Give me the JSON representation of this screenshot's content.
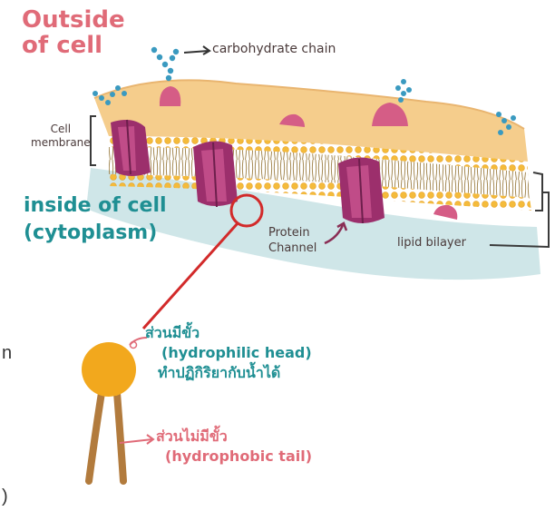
{
  "diagram": {
    "outside_line1": "Outside",
    "outside_line2": "of cell",
    "carbohydrate_chain": "carbohydrate chain",
    "cell_membrane_line1": "Cell",
    "cell_membrane_line2": "membrane",
    "inside_line1": "inside of cell",
    "inside_line2": "(cytoplasm)",
    "protein_line1": "Protein",
    "protein_line2": "Channel",
    "lipid_bilayer": "lipid bilayer",
    "polar_thai": "ส่วนมีขั้ว",
    "polar_en": "(hydrophilic head)",
    "polar_note": "ทำปฏิกิริยากับน้ำได้",
    "nonpolar_thai": "ส่วนไม่มีขั้ว",
    "nonpolar_en": "(hydrophobic tail)",
    "edge_char_1": "n",
    "edge_char_2": ")"
  },
  "colors": {
    "label_pink": "#e06b78",
    "label_teal": "#1f8f93",
    "membrane": "#f5cd8c",
    "heads": "#f2a81d",
    "tails": "#a58a55",
    "protein": "#9c2f6c",
    "glyco": "#d55d86",
    "carbohydrate": "#3a9ac0",
    "cytoplasm": "#cfe6e8",
    "magnify": "#d22a2a",
    "phospholipid_head": "#f2a81d",
    "phospholipid_tail": "#b27b3d"
  },
  "icons": [
    "cell-membrane-illustration",
    "protein-channel-icon",
    "carbohydrate-chain-icon",
    "phospholipid-icon",
    "magnifier-circle-icon"
  ]
}
